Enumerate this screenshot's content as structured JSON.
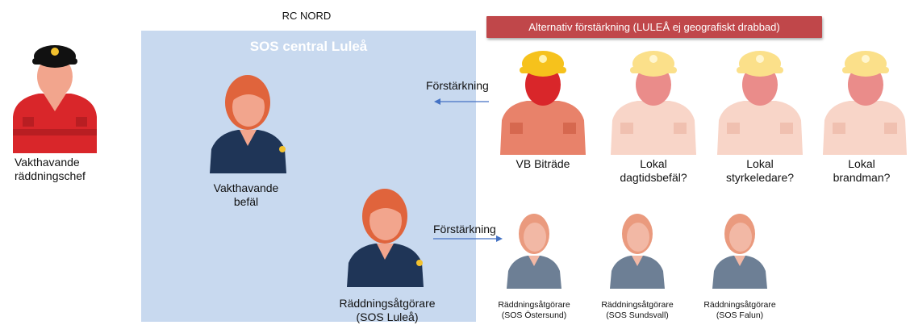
{
  "rc_title": "RC NORD",
  "sos_title": "SOS central Luleå",
  "alt_banner": "Alternativ förstärkning (LULEÅ ej geografiskt drabbad)",
  "arrows": {
    "top_label": "Förstärkning",
    "bottom_label": "Förstärkning"
  },
  "colors": {
    "box": "#c8d9ef",
    "banner": "#c0474a",
    "arrow": "#4472c4"
  },
  "people": {
    "chief": "Vakthavande\nräddningschef",
    "vb_befal": "Vakthavande\nbefäl",
    "raddning_lulea": "Räddningsåtgörare\n(SOS Luleå)",
    "vb_bitrade": "VB Biträde",
    "lokal_dag": "Lokal\ndagtidsbefäl?",
    "lokal_styrk": "Lokal\nstyrkeledare?",
    "lokal_brand": "Lokal\nbrandman?",
    "ostersund": "Räddningsåtgörare\n(SOS Östersund)",
    "sundsvall": "Räddningsåtgörare\n(SOS Sundsvall)",
    "falun": "Räddningsåtgörare\n(SOS Falun)"
  }
}
